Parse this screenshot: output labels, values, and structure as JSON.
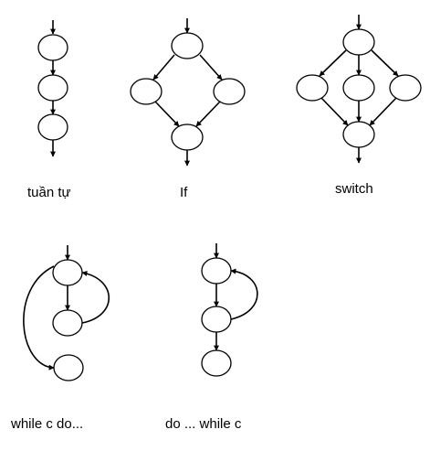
{
  "panels": [
    {
      "id": "sequence",
      "caption": "tuần tự"
    },
    {
      "id": "if",
      "caption": "If"
    },
    {
      "id": "switch",
      "caption": "switch"
    },
    {
      "id": "while",
      "caption": "while c do..."
    },
    {
      "id": "do-while",
      "caption": "do ... while c"
    }
  ],
  "colors": {
    "stroke": "#000000",
    "fill": "#ffffff"
  }
}
